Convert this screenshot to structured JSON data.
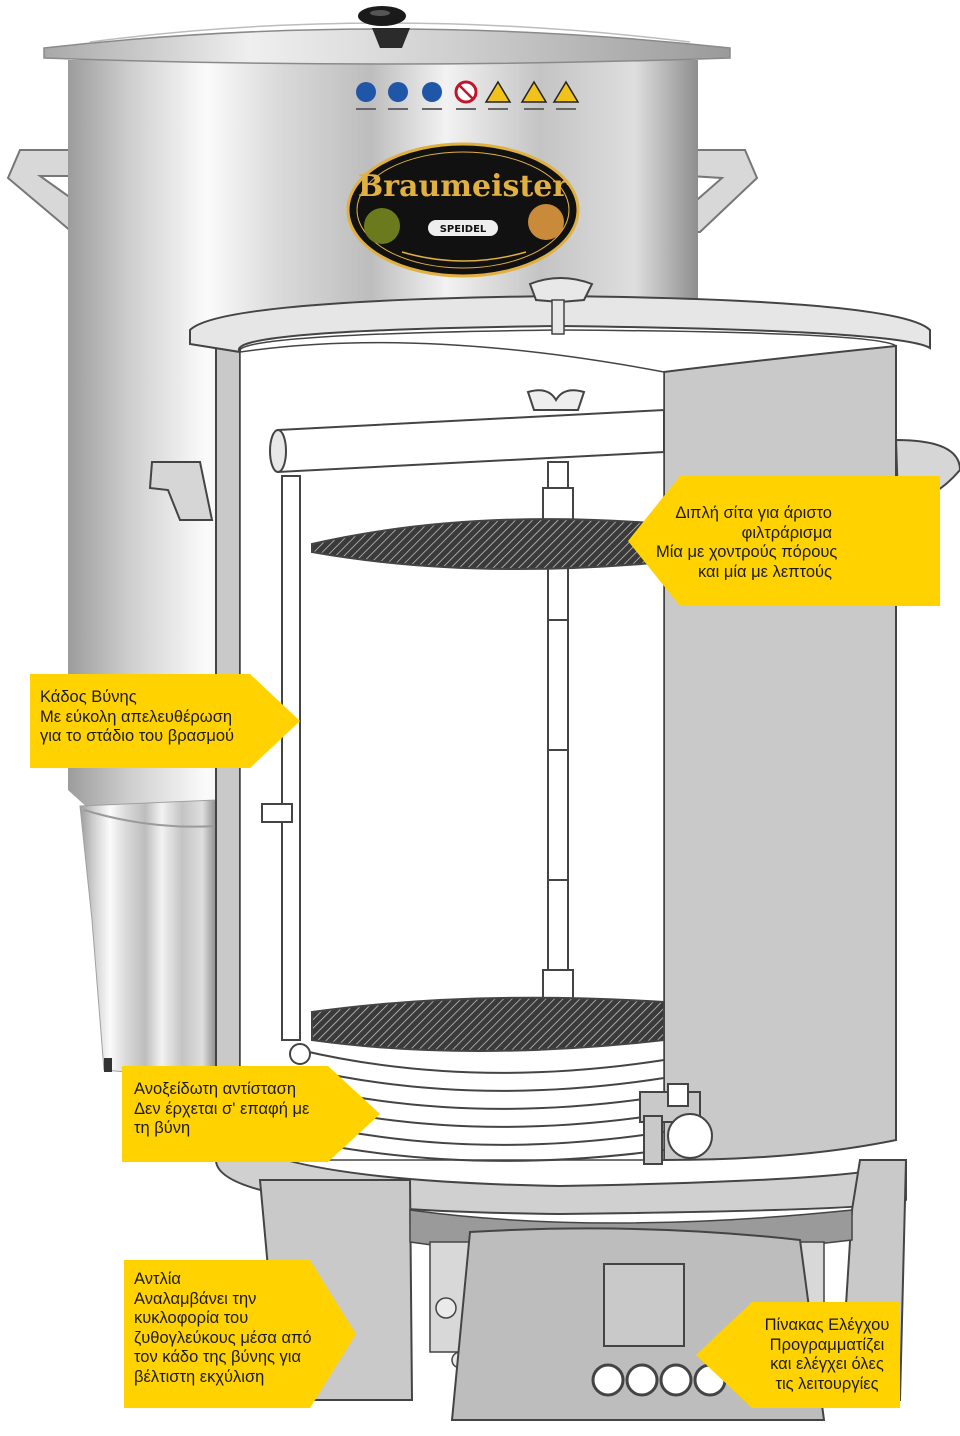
{
  "product": {
    "brand_logo_text": "Braumeister",
    "brand_logo_subtext": "SPEIDEL",
    "colors": {
      "callout_fill": "#FFD200",
      "steel_light": "#f4f4f4",
      "steel_dark": "#8a8a8a",
      "panel_gray": "#c9c9c9",
      "logo_black": "#111111",
      "logo_gold": "#e0b040"
    },
    "warning_icons": [
      "info-icon",
      "glove-icon",
      "goggles-icon",
      "no-touch-icon",
      "hot-surface-icon",
      "warning-icon",
      "warning-icon"
    ]
  },
  "callouts": {
    "sieve": {
      "lines": [
        "Διπλή σίτα για άριστο",
        "φιλτράρισμα",
        "Μία με χοντρούς πόρους",
        "και μία με λεπτούς"
      ]
    },
    "kettle": {
      "lines": [
        "Κάδος Βύνης",
        "Με εύκολη απελευθέρωση",
        "για το στάδιο του βρασμού"
      ]
    },
    "heater": {
      "lines": [
        "Ανοξείδωτη αντίσταση",
        "Δεν έρχεται σ' επαφή με",
        "τη βύνη"
      ]
    },
    "pump": {
      "lines": [
        "Αντλία",
        "Αναλαμβάνει την",
        "κυκλοφορία του",
        "ζυθογλεύκους μέσα από",
        "τον κάδο της βύνης για",
        "βέλτιστη εκχύλιση"
      ]
    },
    "panel": {
      "lines": [
        "Πίνακας Ελέγχου",
        "Προγραμματίζει",
        "και ελέγχει όλες",
        "τις λειτουργίες"
      ]
    }
  }
}
